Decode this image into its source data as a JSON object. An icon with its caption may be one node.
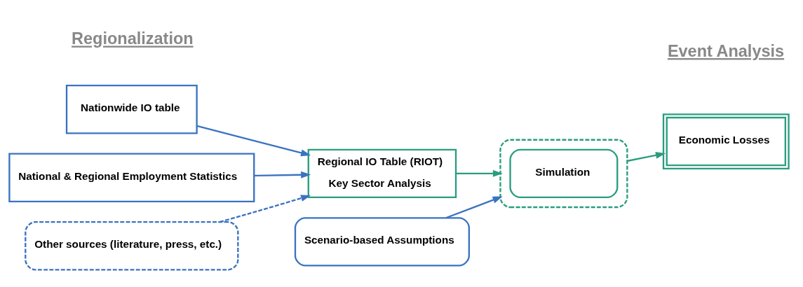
{
  "diagram": {
    "nodes": [
      {
        "text": [
          "Nationwide IO table"
        ]
      },
      {
        "text": [
          "National & Regional Employment Statistics"
        ]
      },
      {
        "text": [
          "Other sources (literature, press, etc.)"
        ]
      },
      {
        "text": [
          "Regional IO Table (RIOT)",
          "Key Sector Analysis"
        ]
      },
      {
        "text": [],
        "shape": "box"
      },
      {
        "text": [
          "Simulation"
        ],
        "in": 4
      },
      {
        "text": [
          "Economic Losses"
        ]
      },
      {
        "text": [
          "Scenario-based Assumptions"
        ]
      }
    ],
    "edges": [
      {
        "from": 0,
        "to": 3,
        "arrow": "to"
      },
      {
        "from": 1,
        "to": 3,
        "arrow": "to"
      },
      {
        "from": 2,
        "to": 3,
        "arrow": "to",
        "style": "dashed"
      },
      {
        "from": 3,
        "to": 4,
        "arrow": "to",
        "color": "#2a9d7f"
      },
      {
        "from": 4,
        "to": 6,
        "arrow": "to",
        "color": "#2a9d7f"
      },
      {
        "from": 7,
        "to": 4,
        "arrow": "to"
      }
    ],
    "labels": [
      "Regionalization",
      "Event Analysis"
    ]
  }
}
